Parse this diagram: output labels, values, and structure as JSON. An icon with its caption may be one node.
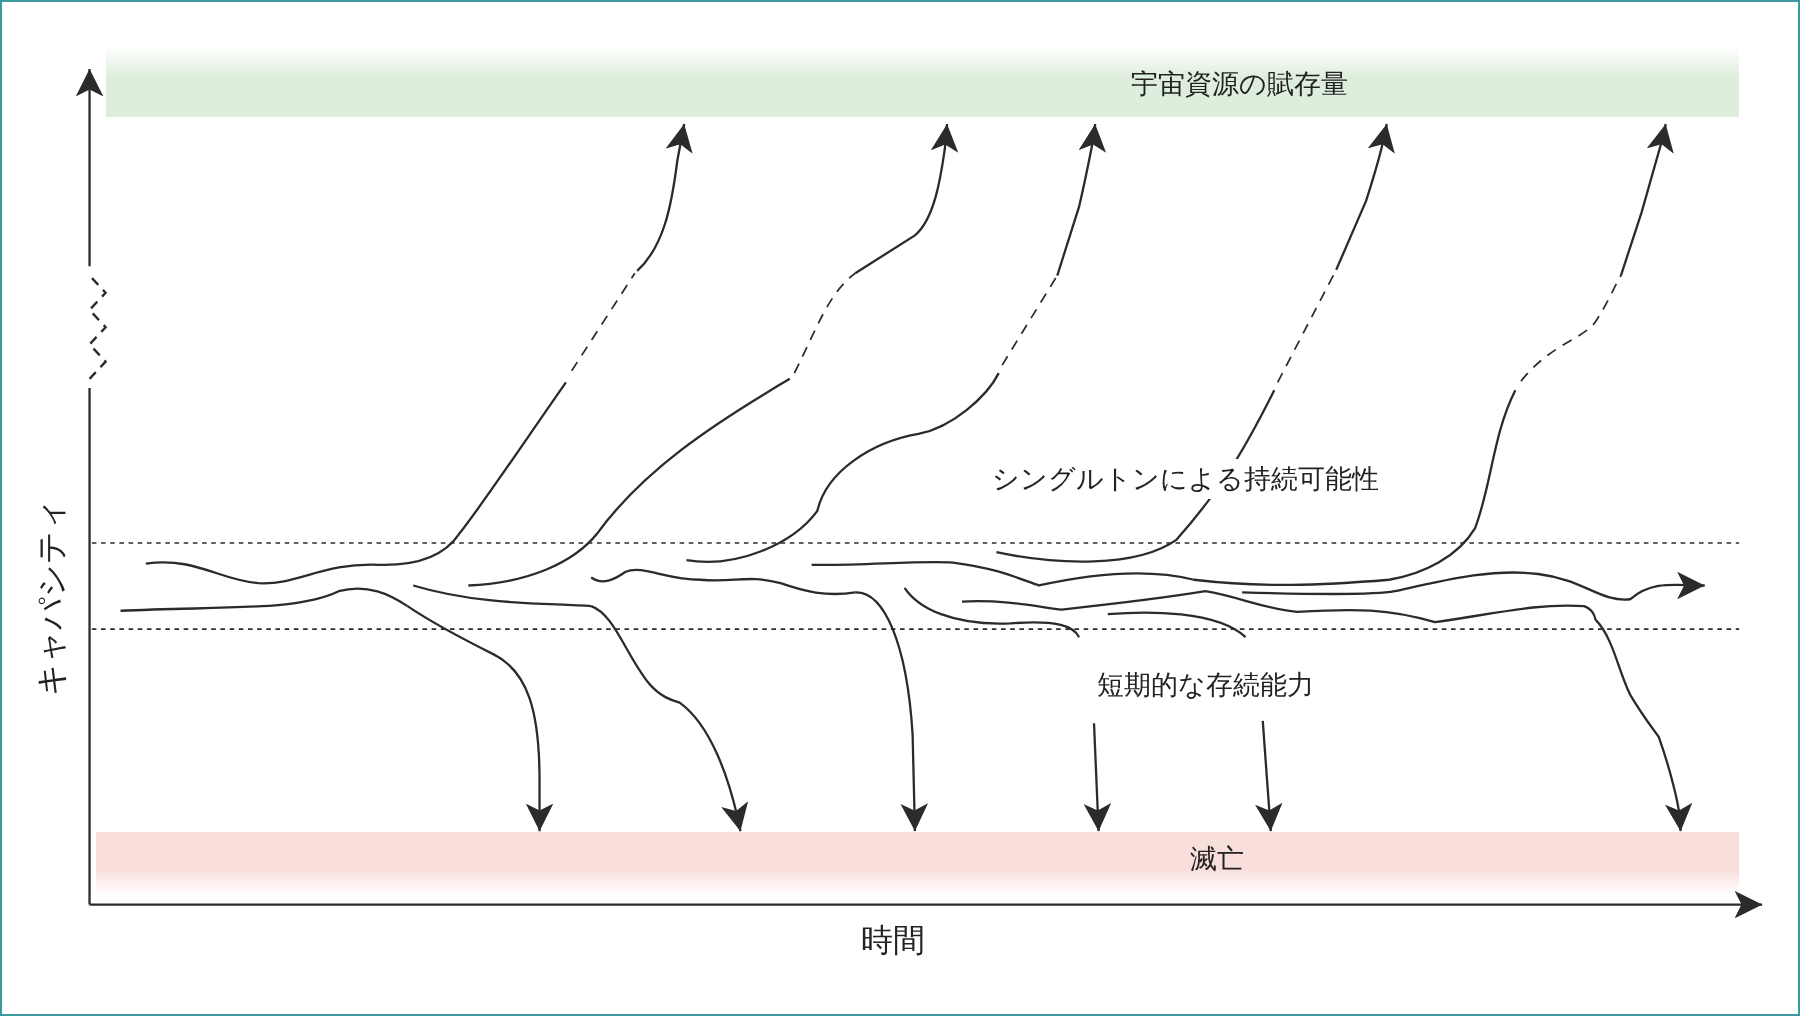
{
  "diagram": {
    "nodes": [
      {
        "text": [
          "宇宙資源の賦存量"
        ]
      },
      {
        "text": [
          "滅亡"
        ]
      }
    ],
    "edges": [
      {
        "from": null,
        "to": 0,
        "arrow": "to"
      },
      {
        "from": null,
        "to": 0,
        "arrow": "to"
      },
      {
        "from": null,
        "to": 0,
        "arrow": "to"
      },
      {
        "from": null,
        "to": 0,
        "arrow": "to"
      },
      {
        "from": null,
        "to": 0,
        "arrow": "to"
      },
      {
        "from": null,
        "to": 1,
        "arrow": "to"
      },
      {
        "from": null,
        "to": 1,
        "arrow": "to"
      },
      {
        "from": null,
        "to": 1,
        "arrow": "to"
      },
      {
        "from": null,
        "to": 1,
        "arrow": "to"
      },
      {
        "from": null,
        "to": 1,
        "arrow": "to"
      },
      {
        "from": null,
        "to": 1,
        "arrow": "to"
      }
    ],
    "labels": [
      "シングルトンによる持続可能性",
      "短期的な存続能力",
      "キャパシティ",
      "時間"
    ]
  }
}
